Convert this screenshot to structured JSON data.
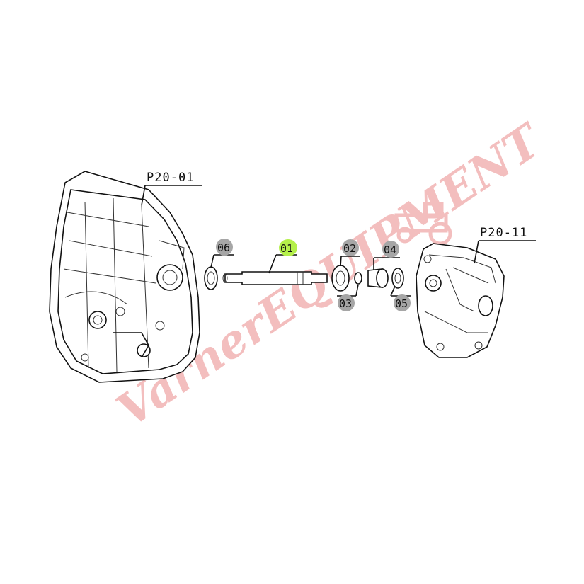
{
  "assemblies": [
    {
      "id": "left-housing",
      "label": "P20-01"
    },
    {
      "id": "right-housing",
      "label": "P20-11"
    }
  ],
  "callouts": [
    {
      "id": "c01",
      "label": "01",
      "highlighted": true
    },
    {
      "id": "c02",
      "label": "02",
      "highlighted": false
    },
    {
      "id": "c03",
      "label": "03",
      "highlighted": false
    },
    {
      "id": "c04",
      "label": "04",
      "highlighted": false
    },
    {
      "id": "c05",
      "label": "05",
      "highlighted": false
    },
    {
      "id": "c06",
      "label": "06",
      "highlighted": false
    }
  ],
  "watermark": {
    "text": "VarnerEQUIPMENT"
  },
  "colors": {
    "highlight": "#b4f04a",
    "callout_bg": "#a6a6a6",
    "watermark": "#f2b8b8",
    "line": "#111111"
  }
}
